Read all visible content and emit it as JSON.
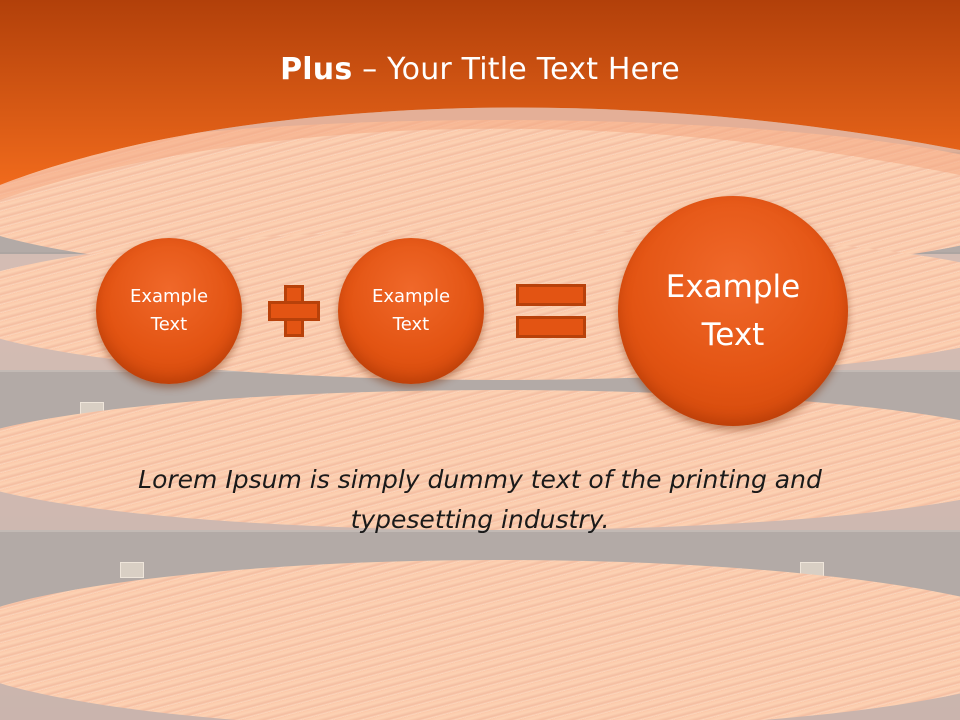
{
  "slide": {
    "title_bold": "Plus",
    "title_rest": " – Your Title Text Here",
    "circle_1": "Example\nText",
    "circle_2": "Example\nText",
    "circle_3": "Example\nText",
    "operator_1": "plus-icon",
    "operator_2": "equals-icon",
    "body_text": "Lorem Ipsum is simply dummy text of the printing and typesetting industry."
  },
  "colors": {
    "accent": "#e35413",
    "header_gradient_top": "#b2400a",
    "header_gradient_bottom": "#f06a1c",
    "title_text": "#ffffff",
    "body_text": "#1a1a1a"
  }
}
